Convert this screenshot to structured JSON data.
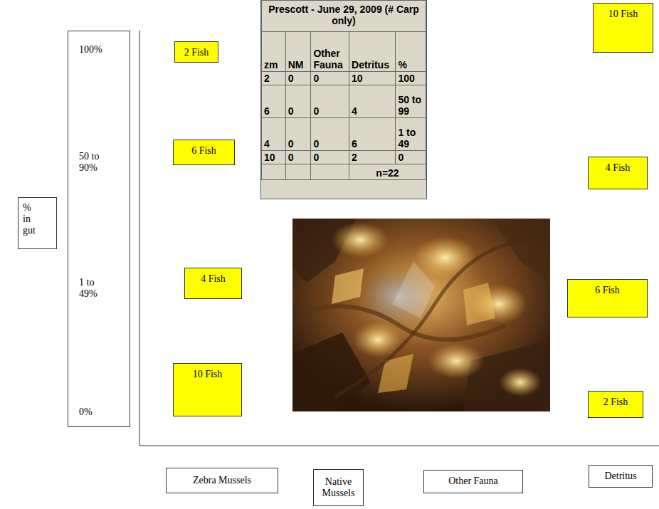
{
  "diagram": {
    "nodes": [
      {
        "text": [
          "% in gut"
        ]
      },
      {
        "text": [
          "100%",
          "50 to 90%",
          "1 to 49%",
          "0%"
        ]
      },
      {
        "text": [
          "2 Fish"
        ]
      },
      {
        "text": [
          "6 Fish"
        ]
      },
      {
        "text": [
          "4 Fish"
        ]
      },
      {
        "text": [
          "10 Fish"
        ]
      },
      {
        "text": [
          "10 Fish"
        ]
      },
      {
        "text": [
          "4 Fish"
        ]
      },
      {
        "text": [
          "6 Fish"
        ]
      },
      {
        "text": [
          "2 Fish"
        ]
      },
      {
        "text": [
          "Zebra Mussels"
        ]
      },
      {
        "text": [
          "Native Mussels"
        ]
      },
      {
        "text": [
          "Other Fauna"
        ]
      },
      {
        "text": [
          "Detritus"
        ]
      }
    ],
    "labels": [
      "Prescott - June 29, 2009 (# Carp only)",
      "zm",
      "NM",
      "Other Fauna",
      "Detritus",
      "%",
      "2",
      "0",
      "0",
      "10",
      "100",
      "6",
      "0",
      "0",
      "4",
      "50 to 99",
      "4",
      "0",
      "0",
      "6",
      "1 to 49",
      "10",
      "0",
      "0",
      "2",
      "0",
      "n=22"
    ]
  }
}
